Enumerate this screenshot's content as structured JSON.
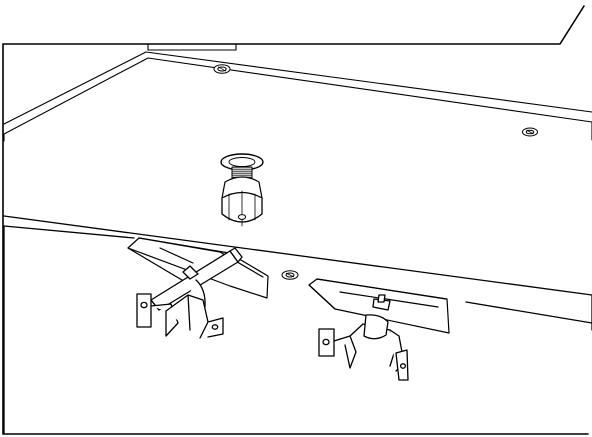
{
  "figure": {
    "background_color": "#ffffff",
    "line_color": "#000000",
    "callout_visible": true,
    "components": [
      "panel-edge",
      "top-flange",
      "mounting-screw",
      "cable-gland",
      "front-edge",
      "bracket-left",
      "lever-handle",
      "bracket-right",
      "spring-clip-left",
      "spring-clip-right"
    ]
  }
}
